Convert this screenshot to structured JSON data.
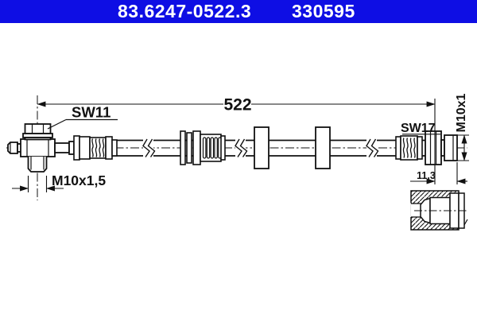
{
  "header": {
    "part_number": "83.6247-0522.3",
    "catalog_number": "330595",
    "bg_color": "#0e0ee4",
    "text_color": "#ffffff"
  },
  "drawing": {
    "overall_length": "522",
    "labels": {
      "banjo_bolt_wrench_size": "SW11",
      "banjo_bolt_thread": "M10x1,5",
      "end_nut_wrench_size": "SW17",
      "end_fitting_thread": "M10x1",
      "end_fitting_length": "11,3"
    },
    "colors": {
      "line": "#111111",
      "background": "#ffffff"
    }
  }
}
